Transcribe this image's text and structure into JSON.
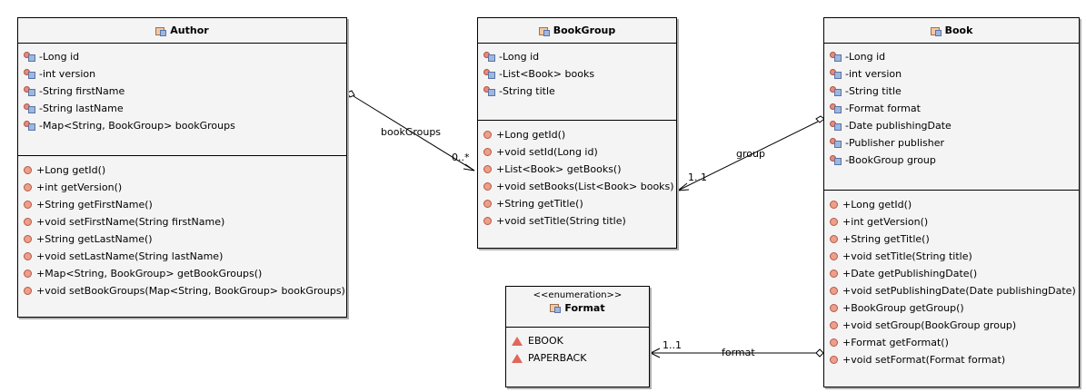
{
  "classes": {
    "author": {
      "name": "Author",
      "attributes": [
        "-Long id",
        "-int version",
        "-String firstName",
        "-String lastName",
        "-Map<String, BookGroup> bookGroups"
      ],
      "operations": [
        "+Long getId()",
        "+int getVersion()",
        "+String getFirstName()",
        "+void setFirstName(String firstName)",
        "+String getLastName()",
        "+void setLastName(String lastName)",
        "+Map<String, BookGroup> getBookGroups()",
        "+void setBookGroups(Map<String, BookGroup> bookGroups)"
      ]
    },
    "bookgroup": {
      "name": "BookGroup",
      "attributes": [
        "-Long id",
        "-List<Book> books",
        "-String title"
      ],
      "operations": [
        "+Long getId()",
        "+void setId(Long id)",
        "+List<Book> getBooks()",
        "+void setBooks(List<Book> books)",
        "+String getTitle()",
        "+void setTitle(String title)"
      ]
    },
    "book": {
      "name": "Book",
      "attributes": [
        "-Long id",
        "-int version",
        "-String title",
        "-Format format",
        "-Date publishingDate",
        "-Publisher publisher",
        "-BookGroup group"
      ],
      "operations": [
        "+Long getId()",
        "+int getVersion()",
        "+String getTitle()",
        "+void setTitle(String title)",
        "+Date getPublishingDate()",
        "+void setPublishingDate(Date publishingDate)",
        "+BookGroup getGroup()",
        "+void setGroup(BookGroup group)",
        "+Format getFormat()",
        "+void setFormat(Format format)"
      ]
    },
    "format": {
      "stereotype": "<<enumeration>>",
      "name": "Format",
      "literals": [
        "EBOOK",
        "PAPERBACK"
      ]
    }
  },
  "associations": {
    "bookGroups": {
      "name": "bookGroups",
      "multiplicity": "0..*"
    },
    "group": {
      "name": "group",
      "multiplicity": "1..1"
    },
    "format": {
      "name": "format",
      "multiplicity": "1..1"
    }
  },
  "icons": {
    "class": "class-icon",
    "field": "field-icon",
    "method": "method-icon",
    "enum_literal": "enum-literal-icon"
  },
  "colors": {
    "box_fill": "#f4f4f4",
    "border": "#000000",
    "method_dot": "#ef9e8a",
    "enum_literal": "#e0675a"
  }
}
